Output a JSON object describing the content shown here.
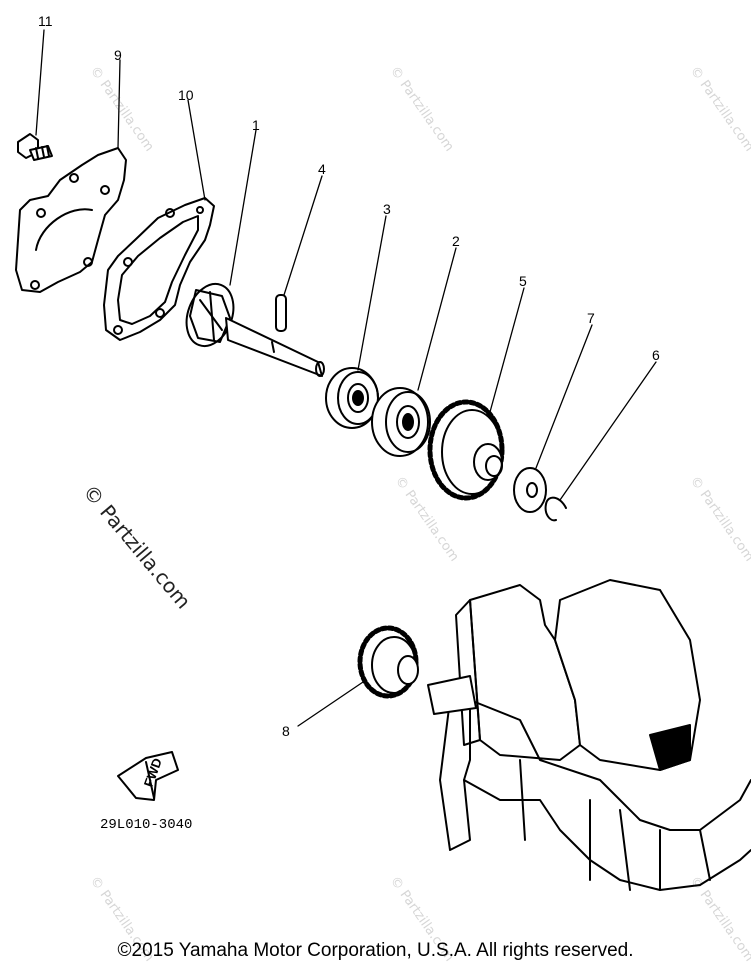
{
  "callouts": {
    "c1": "1",
    "c2": "2",
    "c3": "3",
    "c4": "4",
    "c5": "5",
    "c6": "6",
    "c7": "7",
    "c8": "8",
    "c9": "9",
    "c10": "10",
    "c11": "11"
  },
  "watermark": {
    "main": "© Partzilla.com",
    "faint": "© Partzilla.com"
  },
  "fwd_arrow_label": "FWD",
  "diagram_code": "29L010-3040",
  "copyright": "©2015 Yamaha Motor Corporation, U.S.A. All rights reserved."
}
